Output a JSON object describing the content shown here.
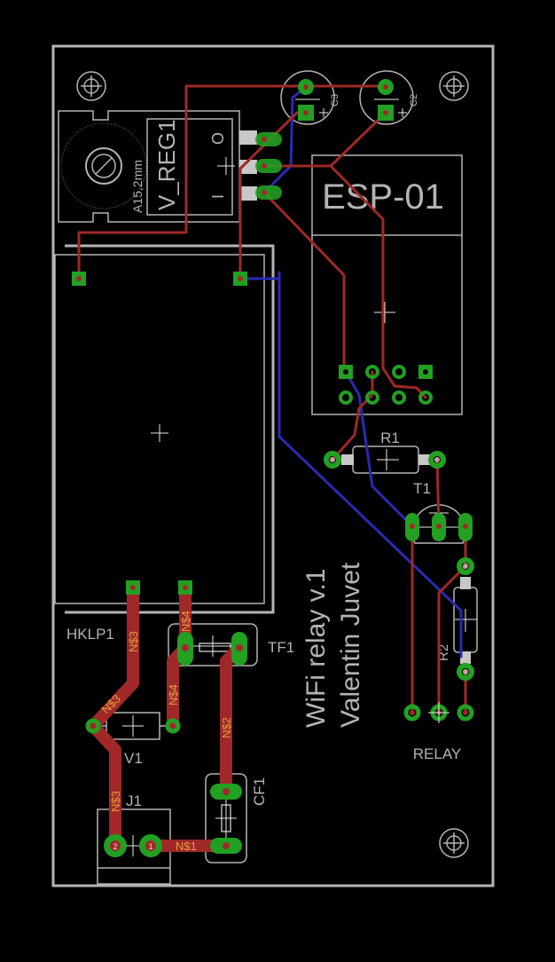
{
  "board": {
    "title_line1": "WiFi relay v.1",
    "title_line2": "Valentin Juvet"
  },
  "parts": {
    "vreg": "V_REG1",
    "vreg_out": "O",
    "vreg_in": "I",
    "heatsink": "A15,2mm",
    "cap_c3": "C3",
    "cap_c2": "C2",
    "esp": "ESP-01",
    "hklp": "HKLP1",
    "r1": "R1",
    "t1": "T1",
    "r2": "R2",
    "relay": "RELAY",
    "tf1": "TF1",
    "v1": "V1",
    "j1": "J1",
    "cf1": "CF1",
    "j1_pin1": "1",
    "j1_pin2": "2"
  },
  "nets": {
    "n1": "N$1",
    "n2": "N$2",
    "n3": "N$3",
    "n4": "N$4"
  },
  "colors": {
    "background": "#000000",
    "top_copper": "#a02828",
    "bottom_copper": "#2a2ab4",
    "pads": "#22a022",
    "silkscreen": "#b4b4b4",
    "net_labels": "#e0a040"
  }
}
